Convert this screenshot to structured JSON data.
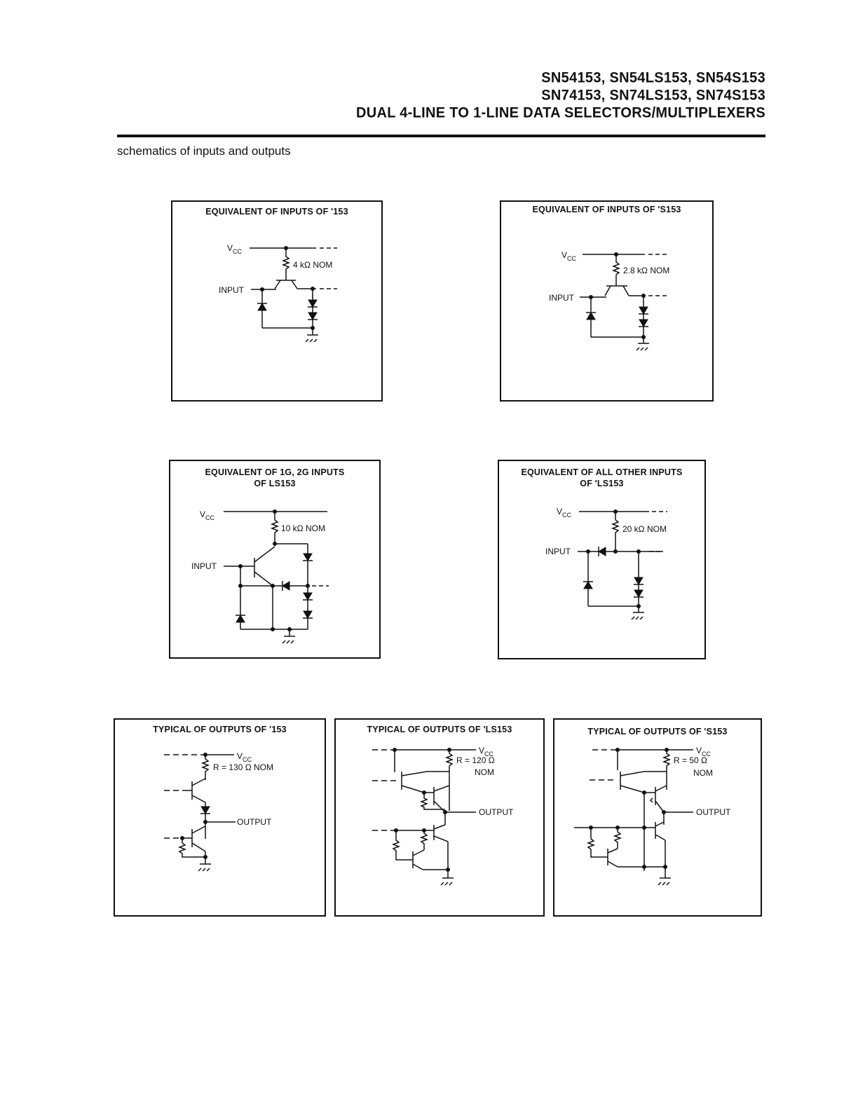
{
  "header": {
    "line1": "SN54153, SN54LS153, SN54S153",
    "line2": "SN74153, SN74LS153, SN74S153",
    "line3": "DUAL 4-LINE TO 1-LINE DATA SELECTORS/MULTIPLEXERS"
  },
  "section_title": "schematics of inputs and outputs",
  "boxes": {
    "b1": {
      "title": "EQUIVALENT OF INPUTS OF '153",
      "vcc": "V",
      "vcc_sub": "CC",
      "resistor": "4 kΩ NOM",
      "input": "INPUT"
    },
    "b2": {
      "title": "EQUIVALENT OF INPUTS OF 'S153",
      "vcc": "V",
      "vcc_sub": "CC",
      "resistor": "2.8 kΩ NOM",
      "input": "INPUT"
    },
    "b3": {
      "title_line1": "EQUIVALENT OF 1G, 2G INPUTS",
      "title_line2": "OF LS153",
      "vcc": "V",
      "vcc_sub": "CC",
      "resistor": "10 kΩ NOM",
      "input": "INPUT"
    },
    "b4": {
      "title_line1": "EQUIVALENT OF ALL OTHER INPUTS",
      "title_line2": "OF 'LS153",
      "vcc": "V",
      "vcc_sub": "CC",
      "resistor": "20 kΩ NOM",
      "input": "INPUT"
    },
    "b5": {
      "title": "TYPICAL OF OUTPUTS OF '153",
      "vcc": "V",
      "vcc_sub": "CC",
      "resistor": "R = 130 Ω NOM",
      "output": "OUTPUT"
    },
    "b6": {
      "title": "TYPICAL OF OUTPUTS OF 'LS153",
      "vcc": "V",
      "vcc_sub": "CC",
      "resistor": "R = 120 Ω",
      "resistor_nom": "NOM",
      "output": "OUTPUT"
    },
    "b7": {
      "title": "TYPICAL OF OUTPUTS OF 'S153",
      "vcc": "V",
      "vcc_sub": "CC",
      "resistor": "R = 50 Ω",
      "resistor_nom": "NOM",
      "output": "OUTPUT"
    }
  }
}
